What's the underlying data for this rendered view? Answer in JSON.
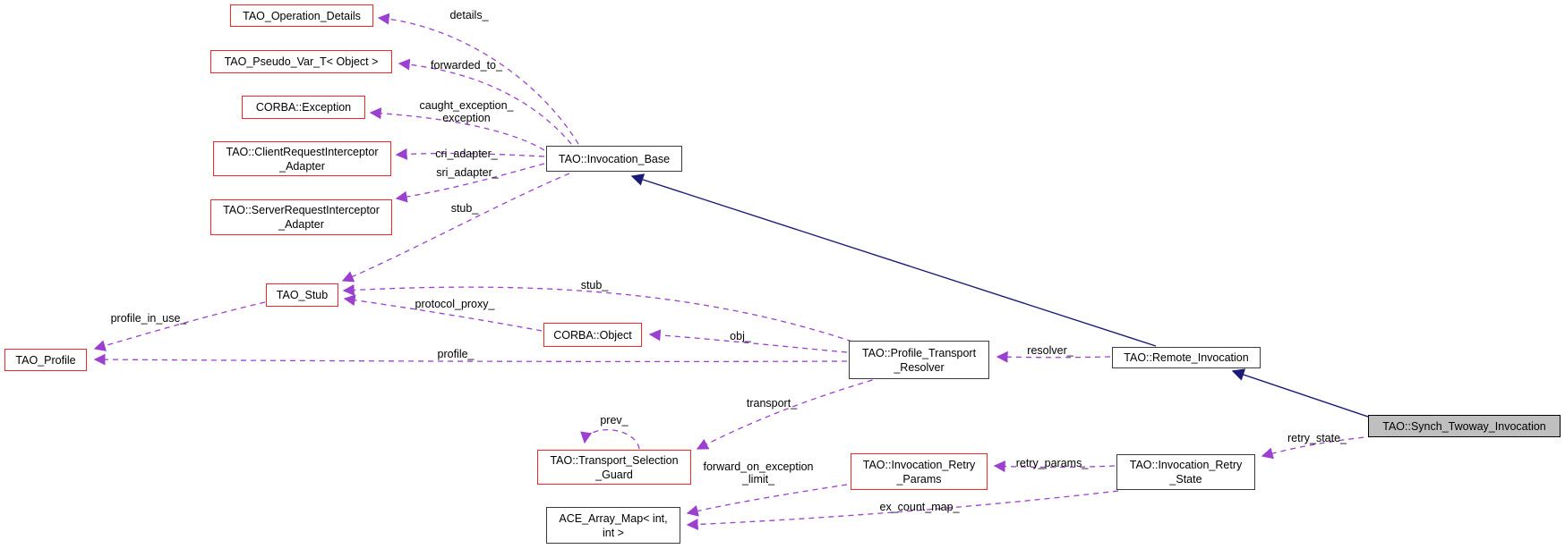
{
  "diagram": {
    "kind": "collaboration-graph",
    "colors": {
      "background": "#ffffff",
      "red_node_border": "#f42525",
      "dark_node_border": "#3b3b3b",
      "current_node_fill": "#bfbfbf",
      "member_edge": "#9b40cf",
      "inheritance_edge": "#1a1a78",
      "text": "#000000"
    },
    "nodes": [
      {
        "id": "tao-operation-details",
        "label": "TAO_Operation_Details"
      },
      {
        "id": "tao-pseudo-var-t-object",
        "label": "TAO_Pseudo_Var_T< Object >"
      },
      {
        "id": "corba-exception",
        "label": "CORBA::Exception"
      },
      {
        "id": "tao-clientrequestinterceptor-adapter",
        "label": "TAO::ClientRequestInterceptor\n_Adapter"
      },
      {
        "id": "tao-serverrequestinterceptor-adapter",
        "label": "TAO::ServerRequestInterceptor\n_Adapter"
      },
      {
        "id": "tao-invocation-base",
        "label": "TAO::Invocation_Base"
      },
      {
        "id": "tao-stub",
        "label": "TAO_Stub"
      },
      {
        "id": "tao-profile",
        "label": "TAO_Profile"
      },
      {
        "id": "corba-object",
        "label": "CORBA::Object"
      },
      {
        "id": "tao-profile-transport-resolver",
        "label": "TAO::Profile_Transport\n_Resolver"
      },
      {
        "id": "tao-remote-invocation",
        "label": "TAO::Remote_Invocation"
      },
      {
        "id": "tao-synch-twoway-invocation",
        "label": "TAO::Synch_Twoway_Invocation"
      },
      {
        "id": "tao-transport-selection-guard",
        "label": "TAO::Transport_Selection\n_Guard"
      },
      {
        "id": "ace-array-map-int-int",
        "label": "ACE_Array_Map< int,\nint >"
      },
      {
        "id": "tao-invocation-retry-params",
        "label": "TAO::Invocation_Retry\n_Params"
      },
      {
        "id": "tao-invocation-retry-state",
        "label": "TAO::Invocation_Retry\n_State"
      }
    ],
    "edges": [
      {
        "label": "details_",
        "from": "tao-invocation-base",
        "to": "tao-operation-details"
      },
      {
        "label": "forwarded_to_",
        "from": "tao-invocation-base",
        "to": "tao-pseudo-var-t-object"
      },
      {
        "label": "caught_exception_\nexception",
        "from": "tao-invocation-base",
        "to": "corba-exception"
      },
      {
        "label": "cri_adapter_",
        "from": "tao-invocation-base",
        "to": "tao-clientrequestinterceptor-adapter"
      },
      {
        "label": "sri_adapter_",
        "from": "tao-invocation-base",
        "to": "tao-serverrequestinterceptor-adapter"
      },
      {
        "label": "stub_",
        "from": "tao-invocation-base",
        "to": "tao-stub"
      },
      {
        "label": "profile_in_use_",
        "from": "tao-stub",
        "to": "tao-profile"
      },
      {
        "label": "stub_",
        "from": "tao-profile-transport-resolver",
        "to": "tao-stub"
      },
      {
        "label": "protocol_proxy_",
        "from": "corba-object",
        "to": "tao-stub"
      },
      {
        "label": "obj_",
        "from": "tao-profile-transport-resolver",
        "to": "corba-object"
      },
      {
        "label": "profile_",
        "from": "tao-profile-transport-resolver",
        "to": "tao-profile"
      },
      {
        "label": "resolver_",
        "from": "tao-remote-invocation",
        "to": "tao-profile-transport-resolver"
      },
      {
        "label": "transport_",
        "from": "tao-profile-transport-resolver",
        "to": "tao-transport-selection-guard"
      },
      {
        "label": "prev_",
        "from": "tao-transport-selection-guard",
        "to": "tao-transport-selection-guard"
      },
      {
        "label": "forward_on_exception\n_limit_",
        "from": "tao-invocation-retry-params",
        "to": "ace-array-map-int-int"
      },
      {
        "label": "retry_params_",
        "from": "tao-invocation-retry-state",
        "to": "tao-invocation-retry-params"
      },
      {
        "label": "retry_state_",
        "from": "tao-synch-twoway-invocation",
        "to": "tao-invocation-retry-state"
      },
      {
        "label": "ex_count_map_",
        "from": "tao-invocation-retry-state",
        "to": "ace-array-map-int-int"
      }
    ],
    "inheritance": [
      {
        "derived": "tao-remote-invocation",
        "base": "tao-invocation-base"
      },
      {
        "derived": "tao-synch-twoway-invocation",
        "base": "tao-remote-invocation"
      }
    ]
  }
}
